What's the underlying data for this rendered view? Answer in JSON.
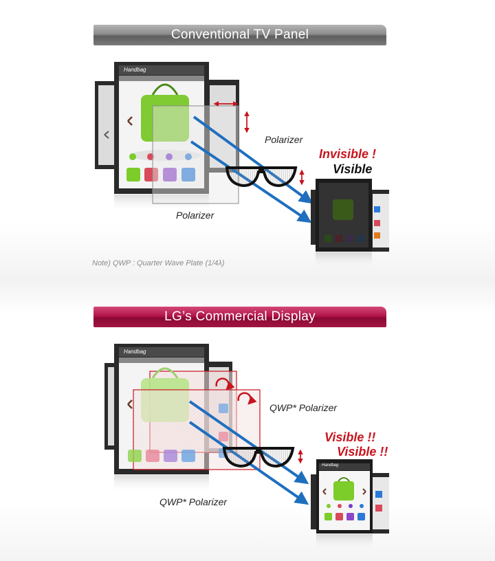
{
  "top": {
    "banner": "Conventional TV Panel",
    "polarizer_right": "Polarizer",
    "polarizer_bottom": "Polarizer",
    "invisible": "Invisible !",
    "visible": "Visible",
    "screen_title": "Handbag",
    "note": "Note) QWP : Quarter Wave Plate (1/4λ)"
  },
  "bottom": {
    "banner": "LG’s Commercial Display",
    "qwp_right": "QWP* Polarizer",
    "qwp_bottom": "QWP* Polarizer",
    "visible1": "Visible !!",
    "visible2": "Visible !!",
    "screen_title": "Handbag"
  },
  "colors": {
    "banner_gray": "#8c8c8c",
    "banner_red": "#b3154a",
    "arrow_blue": "#1f6fbf",
    "indicator_red": "#c8141e",
    "bag_green": "#7ccc2a"
  },
  "icons": [
    "glasses-icon",
    "handbag-icon",
    "vertical-arrow-icon",
    "horizontal-arrow-icon",
    "rotation-arrow-icon"
  ]
}
